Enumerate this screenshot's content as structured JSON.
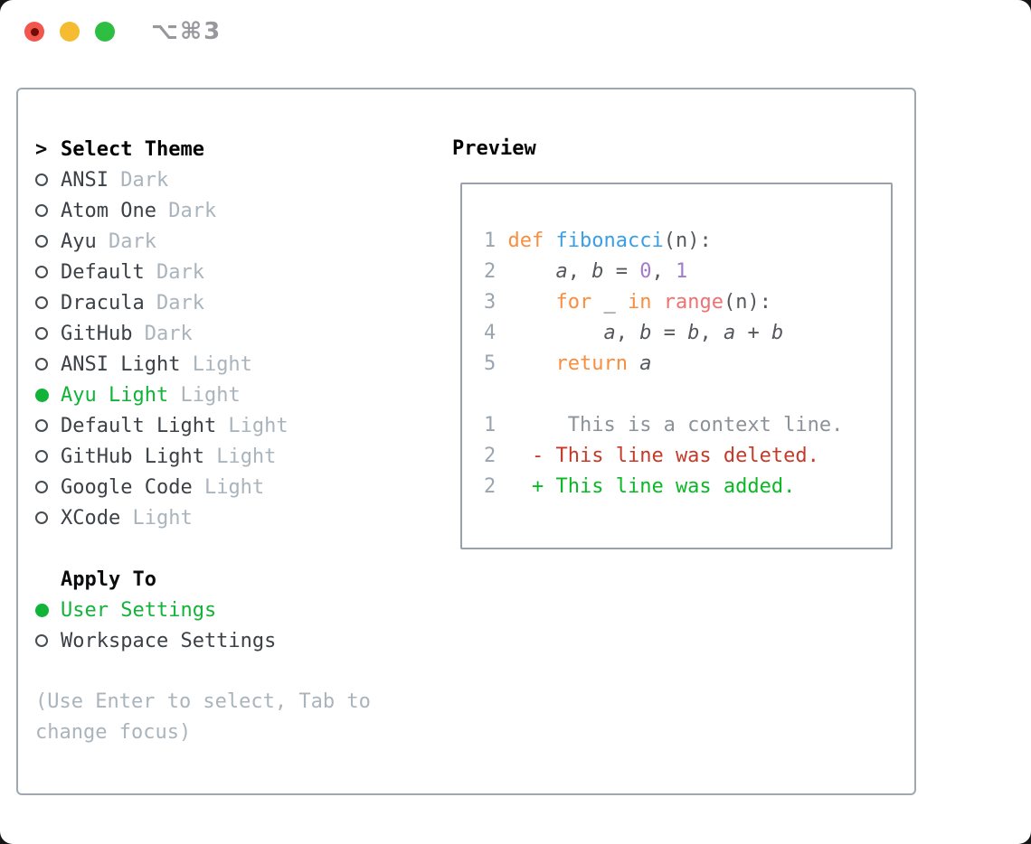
{
  "window": {
    "title": "⌥⌘3",
    "traffic_lights": [
      {
        "name": "close",
        "color": "#f2564d",
        "has_unsaved_dot": true
      },
      {
        "name": "minimize",
        "color": "#f6bc31",
        "has_unsaved_dot": false
      },
      {
        "name": "zoom",
        "color": "#2ebe41",
        "has_unsaved_dot": false
      }
    ]
  },
  "theme_list": {
    "prompt": ">",
    "header": "Select Theme",
    "items": [
      {
        "name": "ANSI",
        "variant": "Dark",
        "selected": false
      },
      {
        "name": "Atom One",
        "variant": "Dark",
        "selected": false
      },
      {
        "name": "Ayu",
        "variant": "Dark",
        "selected": false
      },
      {
        "name": "Default",
        "variant": "Dark",
        "selected": false
      },
      {
        "name": "Dracula",
        "variant": "Dark",
        "selected": false
      },
      {
        "name": "GitHub",
        "variant": "Dark",
        "selected": false
      },
      {
        "name": "ANSI Light",
        "variant": "Light",
        "selected": false
      },
      {
        "name": "Ayu Light",
        "variant": "Light",
        "selected": true
      },
      {
        "name": "Default Light",
        "variant": "Light",
        "selected": false
      },
      {
        "name": "GitHub Light",
        "variant": "Light",
        "selected": false
      },
      {
        "name": "Google Code",
        "variant": "Light",
        "selected": false
      },
      {
        "name": "XCode",
        "variant": "Light",
        "selected": false
      }
    ]
  },
  "apply_to": {
    "header": "Apply To",
    "options": [
      {
        "label": "User Settings",
        "selected": true
      },
      {
        "label": "Workspace Settings",
        "selected": false
      }
    ]
  },
  "help_text": {
    "lines": [
      "(Use Enter to select, Tab to",
      "change focus)"
    ]
  },
  "preview": {
    "header": "Preview",
    "lines": [
      [
        [
          "1",
          "ln"
        ],
        [
          " ",
          "fg"
        ],
        [
          "def",
          "kw"
        ],
        [
          " ",
          "fg"
        ],
        [
          "fibonacci",
          "fn"
        ],
        [
          "(n):",
          "fg"
        ]
      ],
      [
        [
          "2",
          "ln"
        ],
        [
          "     ",
          "fg"
        ],
        [
          "a",
          "var"
        ],
        [
          ", ",
          "fg"
        ],
        [
          "b",
          "var"
        ],
        [
          " = ",
          "fg"
        ],
        [
          "0",
          "nm"
        ],
        [
          ", ",
          "fg"
        ],
        [
          "1",
          "nm"
        ]
      ],
      [
        [
          "3",
          "ln"
        ],
        [
          "     ",
          "fg"
        ],
        [
          "for",
          "kw"
        ],
        [
          " _ ",
          "fg"
        ],
        [
          "in",
          "kw"
        ],
        [
          " ",
          "fg"
        ],
        [
          "range",
          "call"
        ],
        [
          "(n):",
          "fg"
        ]
      ],
      [
        [
          "4",
          "ln"
        ],
        [
          "         ",
          "fg"
        ],
        [
          "a",
          "var"
        ],
        [
          ", ",
          "fg"
        ],
        [
          "b",
          "var"
        ],
        [
          " = ",
          "fg"
        ],
        [
          "b",
          "var"
        ],
        [
          ", ",
          "fg"
        ],
        [
          "a",
          "var"
        ],
        [
          " + ",
          "fg"
        ],
        [
          "b",
          "var"
        ]
      ],
      [
        [
          "5",
          "ln"
        ],
        [
          "     ",
          "fg"
        ],
        [
          "return",
          "kw"
        ],
        [
          " ",
          "fg"
        ],
        [
          "a",
          "var"
        ]
      ],
      [],
      [
        [
          "1",
          "ln"
        ],
        [
          "      This is a context line.",
          "ctx"
        ]
      ],
      [
        [
          "2",
          "ln"
        ],
        [
          "   ",
          "fg"
        ],
        [
          "- This line was deleted.",
          "del"
        ]
      ],
      [
        [
          "2",
          "ln"
        ],
        [
          "   ",
          "fg"
        ],
        [
          "+ This line was added.",
          "add"
        ]
      ]
    ]
  },
  "icons": {
    "radio_unselected": "circle-outline",
    "radio_selected": "circle-filled-green",
    "prompt_icon": ">"
  },
  "colors": {
    "accent_green": "#12b339",
    "diff_added": "#0ab825",
    "diff_deleted": "#c53a28",
    "context_text": "#8b9299",
    "line_number": "#9aa5b0",
    "syntax_keyword": "#fa8d3e",
    "syntax_function": "#399ee6",
    "syntax_number": "#a37acc",
    "syntax_builtin": "#f07171",
    "syntax_foreground": "#54585e",
    "item_text": "#3c4147",
    "muted_text": "#a9b4bd",
    "panel_border": "#9fa8b1",
    "traffic_red": "#f2564d",
    "traffic_yellow": "#f6bc31",
    "traffic_green": "#2ebe41"
  }
}
